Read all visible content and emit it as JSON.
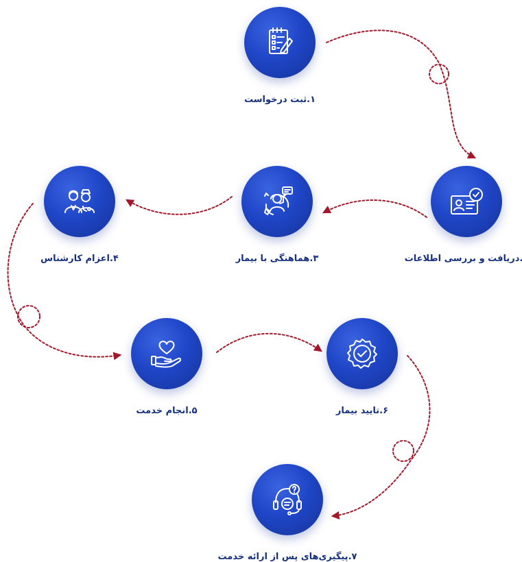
{
  "steps": [
    {
      "label": "۱.ثبت درخواست",
      "icon": "clipboard-pen-icon"
    },
    {
      "label": "۲.دریافت و بررسی اطلاعات",
      "icon": "id-card-check-icon"
    },
    {
      "label": "۳.هماهنگی با بیمار",
      "icon": "phone-call-chat-icon"
    },
    {
      "label": "۴.اعزام کارشناس",
      "icon": "medical-staff-icon"
    },
    {
      "label": "۵.انجام خدمت",
      "icon": "hand-heart-icon"
    },
    {
      "label": "۶.تایید بیمار",
      "icon": "verified-badge-icon"
    },
    {
      "label": "۷.پیگیری‌های پس از ارائه خدمت",
      "icon": "support-headset-icon"
    }
  ],
  "colors": {
    "circle": "#1f46c7",
    "label": "#16307e",
    "connector": "#a3192b"
  }
}
